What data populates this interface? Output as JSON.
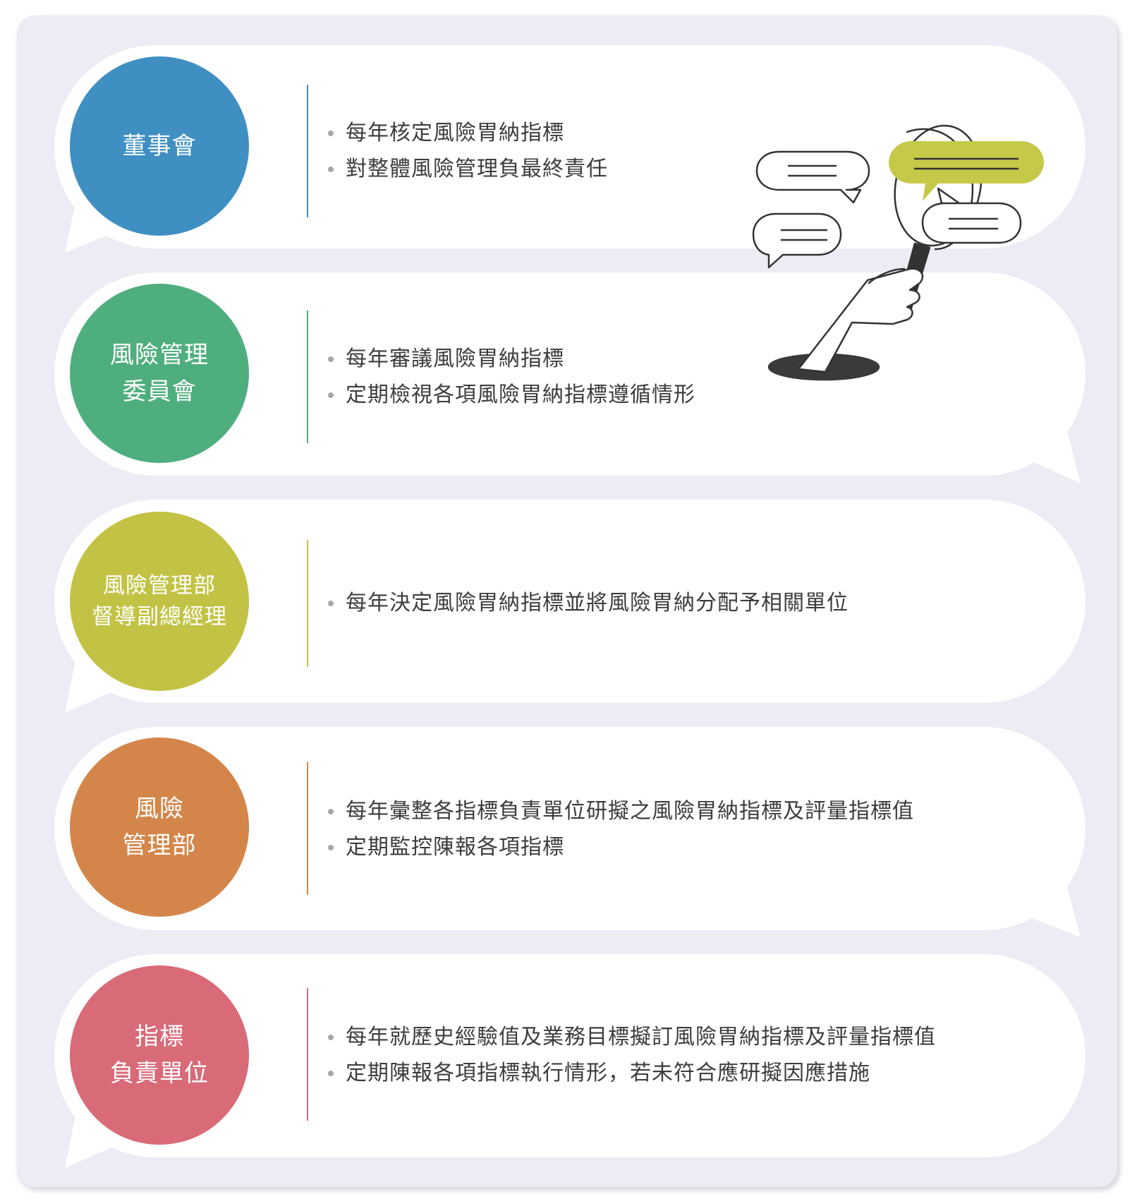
{
  "colors": {
    "panel_bg": "#ececf4",
    "bubble_bg": "#ffffff",
    "accent_green_bubble": "#c5c94a",
    "illustration_ink": "#333333"
  },
  "tiers": [
    {
      "color": "#3f8fc2",
      "title_lines": [
        "董事會"
      ],
      "items": [
        "每年核定風險胃納指標",
        "對整體風險管理負最終責任"
      ]
    },
    {
      "color": "#4fae7e",
      "title_lines": [
        "風險管理",
        "委員會"
      ],
      "items": [
        "每年審議風險胃納指標",
        "定期檢視各項風險胃納指標遵循情形"
      ]
    },
    {
      "color": "#c2c345",
      "title_lines": [
        "風險管理部",
        "督導副總經理"
      ],
      "items": [
        "每年決定風險胃納指標並將風險胃納分配予相關單位"
      ]
    },
    {
      "color": "#d4864a",
      "title_lines": [
        "風險",
        "管理部"
      ],
      "items": [
        "每年彙整各指標負責單位研擬之風險胃納指標及評量指標值",
        "定期監控陳報各項指標"
      ]
    },
    {
      "color": "#d96a78",
      "title_lines": [
        "指標",
        "負責單位"
      ],
      "items": [
        "每年就歷史經驗值及業務目標擬訂風險胃納指標及評量指標值",
        "定期陳報各項指標執行情形，若未符合應研擬因應措施"
      ]
    }
  ]
}
